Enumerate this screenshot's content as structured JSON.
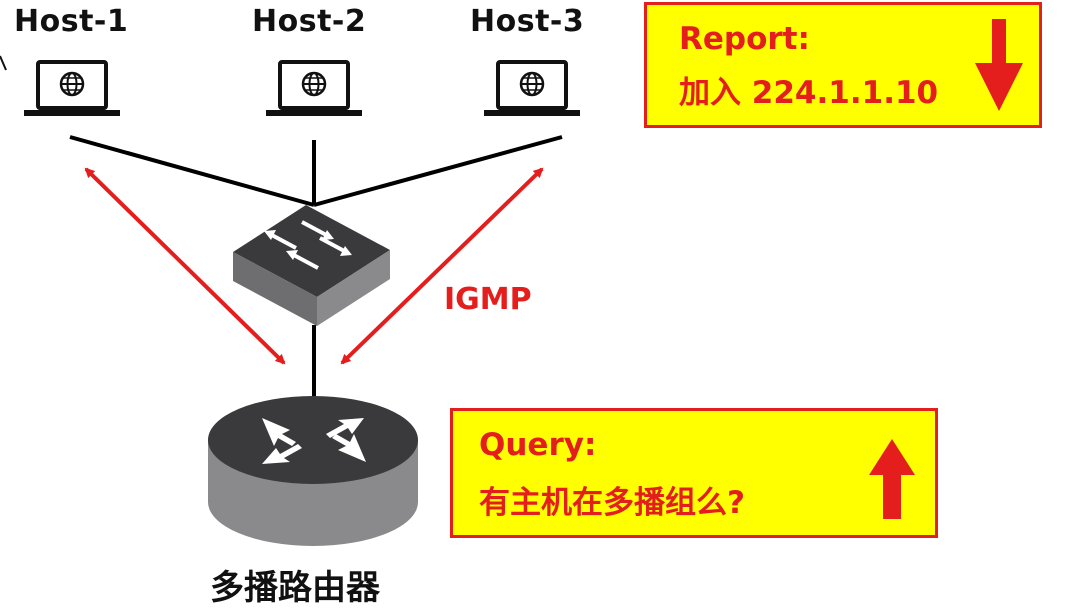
{
  "hosts": [
    {
      "label": "Host-1"
    },
    {
      "label": "Host-2"
    },
    {
      "label": "Host-3"
    }
  ],
  "protocol_label": "IGMP",
  "report_note": {
    "line1": "Report:",
    "line2": "加入 224.1.1.10",
    "arrow_icon": "arrow-down-icon"
  },
  "query_note": {
    "line1": "Query:",
    "line2": "有主机在多播组么?",
    "arrow_icon": "arrow-up-icon"
  },
  "router_label": "多播路由器",
  "colors": {
    "accent_red": "#e41d1d",
    "note_fill": "#ffff00",
    "device_dark": "#3a3a3c",
    "device_side": "#8a8a8c"
  }
}
